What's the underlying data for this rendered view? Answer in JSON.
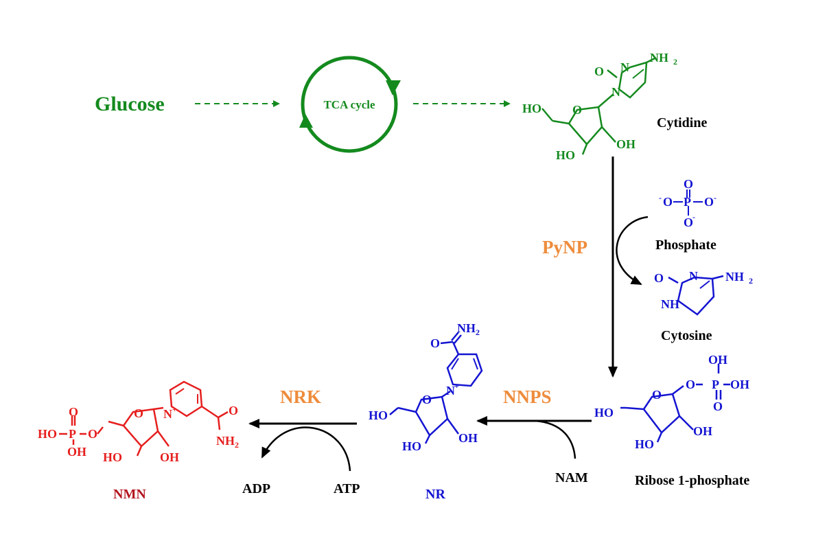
{
  "colors": {
    "green": "#148a1e",
    "blue": "#1414d2",
    "red": "#e61e1e",
    "dark_red": "#b4141e",
    "orange": "#ee8c3c",
    "black": "#000000"
  },
  "labels": {
    "glucose": "Glucose",
    "tca": "TCA cycle",
    "cytidine": "Cytidine",
    "phosphate": "Phosphate",
    "cytosine": "Cytosine",
    "ribose1p": "Ribose 1-phosphate",
    "nr": "NR",
    "nmn": "NMN",
    "nam": "NAM",
    "atp": "ATP",
    "adp": "ADP"
  },
  "enzymes": {
    "pynp": "PyNP",
    "nnps": "NNPS",
    "nrk": "NRK"
  },
  "atoms": {
    "ho": "HO",
    "oh": "OH",
    "o": "O",
    "n": "N",
    "nh": "NH",
    "nh2": "NH",
    "p": "P",
    "minus": "-",
    "plus": "+",
    "sub2": "2"
  }
}
